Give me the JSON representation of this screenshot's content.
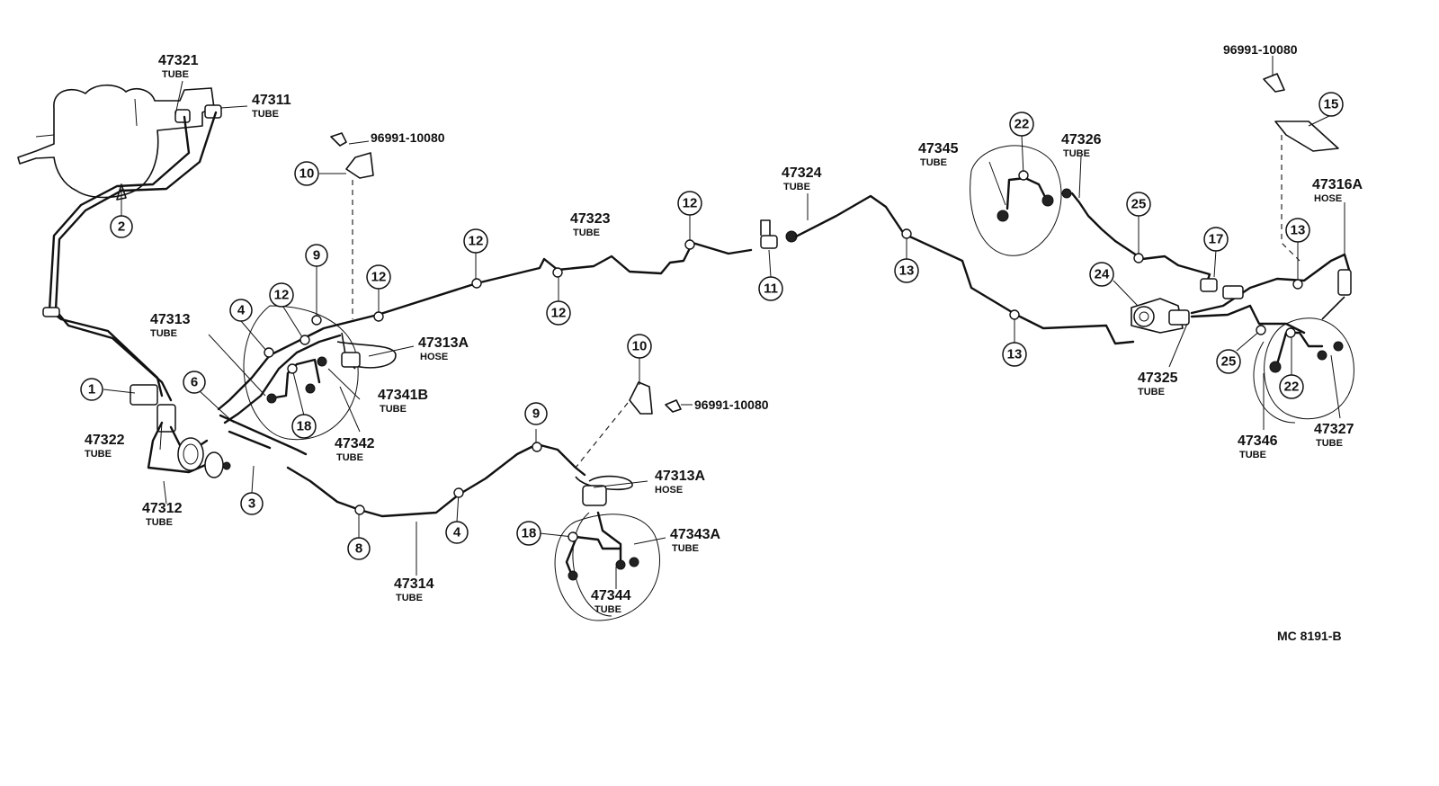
{
  "callouts": {
    "c1": "1",
    "c2": "2",
    "c3": "3",
    "c4a": "4",
    "c4b": "4",
    "c6": "6",
    "c8": "8",
    "c9a": "9",
    "c9b": "9",
    "c10a": "10",
    "c10b": "10",
    "c11": "11",
    "c12a": "12",
    "c12b": "12",
    "c12c": "12",
    "c12d": "12",
    "c12e": "12",
    "c13a": "13",
    "c13b": "13",
    "c13c": "13",
    "c15": "15",
    "c17": "17",
    "c18a": "18",
    "c18b": "18",
    "c22a": "22",
    "c22b": "22",
    "c24": "24",
    "c25a": "25",
    "c25b": "25"
  },
  "parts": {
    "p47321": {
      "number": "47321",
      "type": "TUBE"
    },
    "p47311": {
      "number": "47311",
      "type": "TUBE"
    },
    "p47313": {
      "number": "47313",
      "type": "TUBE"
    },
    "p47322": {
      "number": "47322",
      "type": "TUBE"
    },
    "p47312": {
      "number": "47312",
      "type": "TUBE"
    },
    "p47313A_1": {
      "number": "47313A",
      "type": "HOSE"
    },
    "p47341B": {
      "number": "47341B",
      "type": "TUBE"
    },
    "p47342": {
      "number": "47342",
      "type": "TUBE"
    },
    "p47314": {
      "number": "47314",
      "type": "TUBE"
    },
    "p47313A_2": {
      "number": "47313A",
      "type": "HOSE"
    },
    "p47343A": {
      "number": "47343A",
      "type": "TUBE"
    },
    "p47344": {
      "number": "47344",
      "type": "TUBE"
    },
    "p47323": {
      "number": "47323",
      "type": "TUBE"
    },
    "p47324": {
      "number": "47324",
      "type": "TUBE"
    },
    "p47345": {
      "number": "47345",
      "type": "TUBE"
    },
    "p47326": {
      "number": "47326",
      "type": "TUBE"
    },
    "p47316A": {
      "number": "47316A",
      "type": "HOSE"
    },
    "p47325": {
      "number": "47325",
      "type": "TUBE"
    },
    "p47346": {
      "number": "47346",
      "type": "TUBE"
    },
    "p47327": {
      "number": "47327",
      "type": "TUBE"
    }
  },
  "clips": {
    "clip1": "96991-10080",
    "clip2": "96991-10080",
    "clip3": "96991-10080"
  },
  "diagram_code": "MC  8191-B"
}
